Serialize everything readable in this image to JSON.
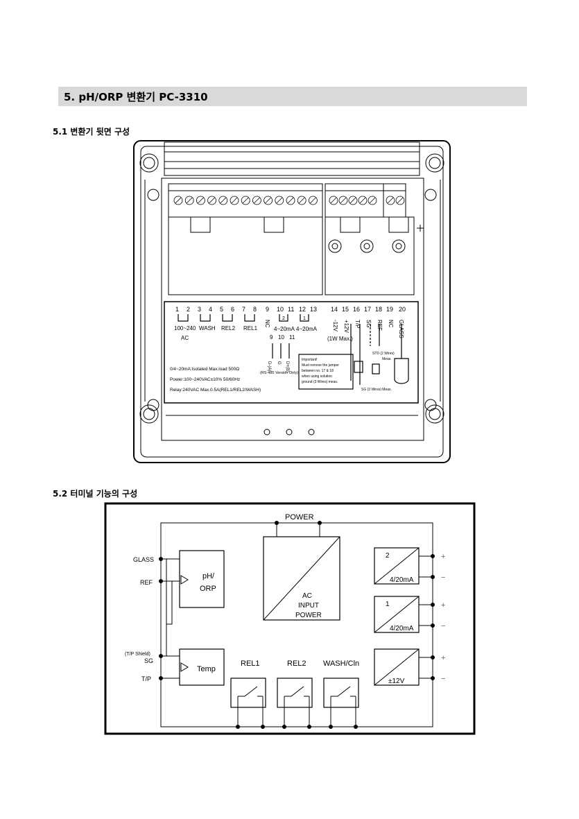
{
  "section": {
    "title": "5. pH/ORP 변환기 PC-3310"
  },
  "sub1": {
    "title": "5.1 변환기 뒷면 구성"
  },
  "sub2": {
    "title": "5.2 터미널 기능의 구성"
  },
  "rear": {
    "numbers_top": [
      "1",
      "2",
      "3",
      "4",
      "5",
      "6",
      "7",
      "8",
      "9",
      "10",
      "11",
      "12",
      "13",
      "14",
      "15",
      "16",
      "17",
      "18",
      "19",
      "20"
    ],
    "label_ac_range": "100~240",
    "label_ac": "AC",
    "label_wash": "WASH",
    "label_rel2": "REL2",
    "label_rel1": "REL1",
    "label_nc9": "NC",
    "label_mA2": "4~20mA",
    "label_mA1": "4~20mA",
    "label_minus12": "-12V",
    "label_plus12": "+12V",
    "label_tp": "T/P",
    "label_sg": "SG",
    "label_ref": "REF",
    "label_nc19": "NC",
    "label_glass": "GLASS",
    "label_1w": "(1W Max.)",
    "num2": "2",
    "num1": "1",
    "numbers_rs": [
      "9",
      "10",
      "11"
    ],
    "label_rsA": "D-(A)",
    "label_rsG": "G",
    "label_rsB": "D+(B)",
    "label_rs485": "(RS-485 Version Only)",
    "spec1": "0/4~20mA:Isolated Max.load 500Ω",
    "spec2": "Power:100~240VAC±10% 50/60Hz",
    "spec3": "Relay:240VAC Max.0.5A(REL1/REL2/WASH)",
    "important": [
      "Important!",
      "Must remove the jumper",
      "between no. 17 & 18",
      "when using solution",
      "ground (3 Wires) meas."
    ],
    "label_stg2": "STD (2 Wires)",
    "label_meas": "Meas.",
    "label_sg3": "SG (3 Wires) Meas."
  },
  "block": {
    "power": "POWER",
    "glass": "GLASS",
    "ref": "REF",
    "tp_shield": "(T/P Shield)",
    "sg": "SG",
    "tp": "T/P",
    "ph_line1": "pH/",
    "ph_line2": "ORP",
    "temp": "Temp",
    "ac_line1": "AC",
    "ac_line2": "INPUT",
    "ac_line3": "POWER",
    "rel1": "REL1",
    "rel2": "REL2",
    "wash": "WASH/Cln",
    "out2_num": "2",
    "out2_label": "4/20mA",
    "out1_num": "1",
    "out1_label": "4/20mA",
    "out3_label": "±12V",
    "plus": "+",
    "minus": "−"
  }
}
